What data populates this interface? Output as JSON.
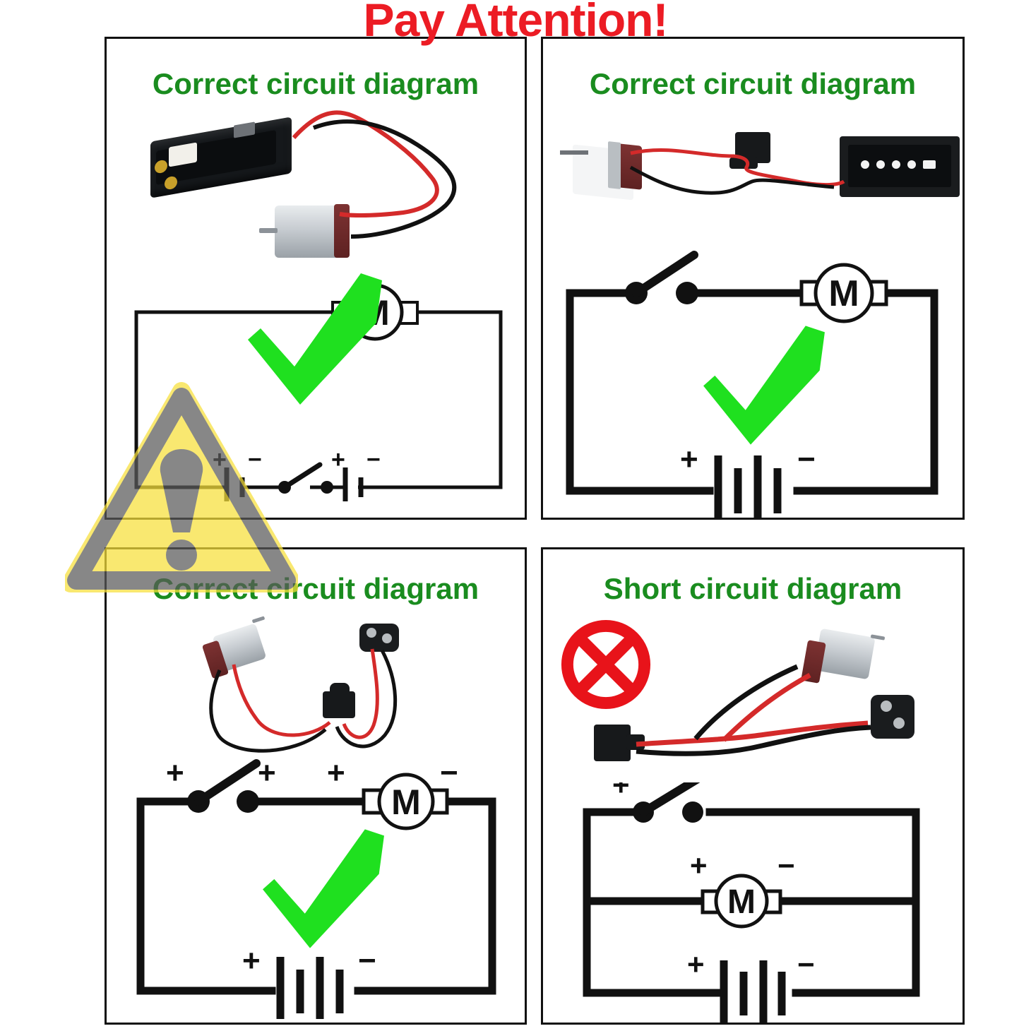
{
  "header": {
    "title": "Pay Attention!",
    "title_color": "#ec1c24"
  },
  "colors": {
    "correct_green": "#1a8c1f",
    "check_green": "#1fe01f",
    "prohibit_red": "#e8131a",
    "warning_yellow": "#f7e03a",
    "warning_gray": "#5a5a5a",
    "wire_red": "#d42a2a",
    "wire_black": "#111111",
    "panel_border": "#111111"
  },
  "panels": [
    {
      "id": "panel-1",
      "title": "Correct circuit diagram",
      "verdict": "check",
      "photo_alt": "AA battery holder connected to DC motor with red and black wires",
      "schematic": {
        "motor_label": "M",
        "components": [
          "battery-cell",
          "switch",
          "battery-cell",
          "motor"
        ],
        "labels": [
          "+",
          "−",
          "+",
          "−"
        ]
      }
    },
    {
      "id": "panel-2",
      "title": "Correct circuit diagram",
      "verdict": "check",
      "photo_alt": "DC motor with mount, inline switch and AA battery holder",
      "schematic": {
        "motor_label": "M",
        "components": [
          "switch",
          "motor",
          "battery"
        ],
        "labels": [
          "+",
          "−"
        ]
      }
    },
    {
      "id": "panel-3",
      "title": "Correct circuit diagram",
      "verdict": "check",
      "photo_alt": "DC motor, switch and 9V battery clip wired in series",
      "schematic": {
        "motor_label": "M",
        "components": [
          "switch",
          "motor",
          "battery"
        ],
        "labels": [
          "+",
          "+",
          "+",
          "−",
          "+",
          "−"
        ]
      }
    },
    {
      "id": "panel-4",
      "title": "Short circuit diagram",
      "verdict": "prohibited",
      "photo_alt": "DC motor, switch and 9V battery clip wired incorrectly",
      "schematic": {
        "motor_label": "M",
        "components": [
          "switch",
          "motor-branch",
          "battery"
        ],
        "labels": [
          "+",
          "+",
          "−",
          "+",
          "−"
        ]
      }
    }
  ],
  "overlays": {
    "warning_triangle": "warning-triangle-icon",
    "check_mark": "check-mark-icon",
    "prohibition": "prohibition-icon"
  }
}
